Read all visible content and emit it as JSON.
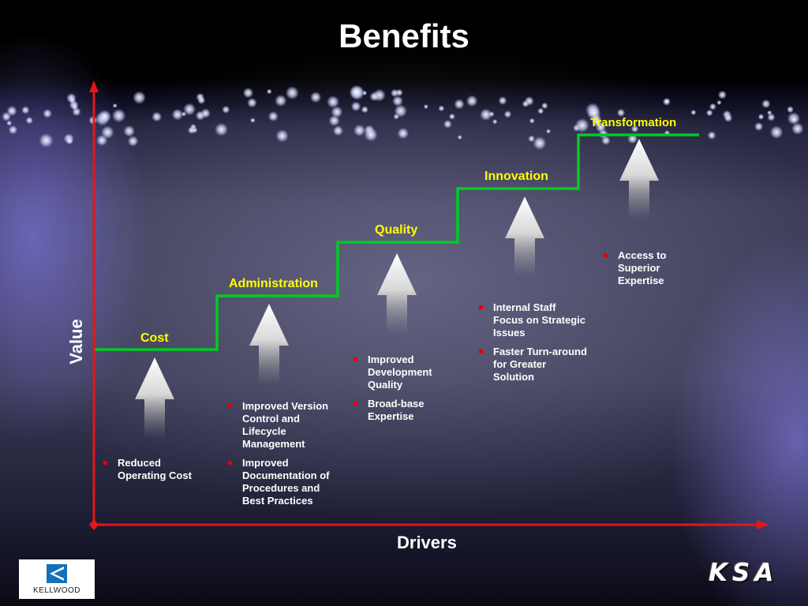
{
  "title": "Benefits",
  "axes": {
    "y_label": "Value",
    "x_label": "Drivers"
  },
  "steps": [
    {
      "label": "Cost",
      "bullets": [
        "Reduced Operating Cost"
      ]
    },
    {
      "label": "Administration",
      "bullets": [
        "Improved Version Control and Lifecycle Management",
        "Improved Documentation of Procedures and Best Practices"
      ]
    },
    {
      "label": "Quality",
      "bullets": [
        "Improved Development Quality",
        "Broad-base Expertise"
      ]
    },
    {
      "label": "Innovation",
      "bullets": [
        "Internal Staff Focus on Strategic Issues",
        "Faster Turn-around for Greater Solution"
      ]
    },
    {
      "label": "Transformation",
      "bullets": [
        "Access to Superior Expertise"
      ]
    }
  ],
  "logos": {
    "kellwood": "KELLWOOD",
    "ksa": "KSA"
  },
  "colors": {
    "step_line": "#00cc22",
    "axis": "#e01818",
    "step_label": "#ffff00",
    "bullet": "#e00000"
  }
}
